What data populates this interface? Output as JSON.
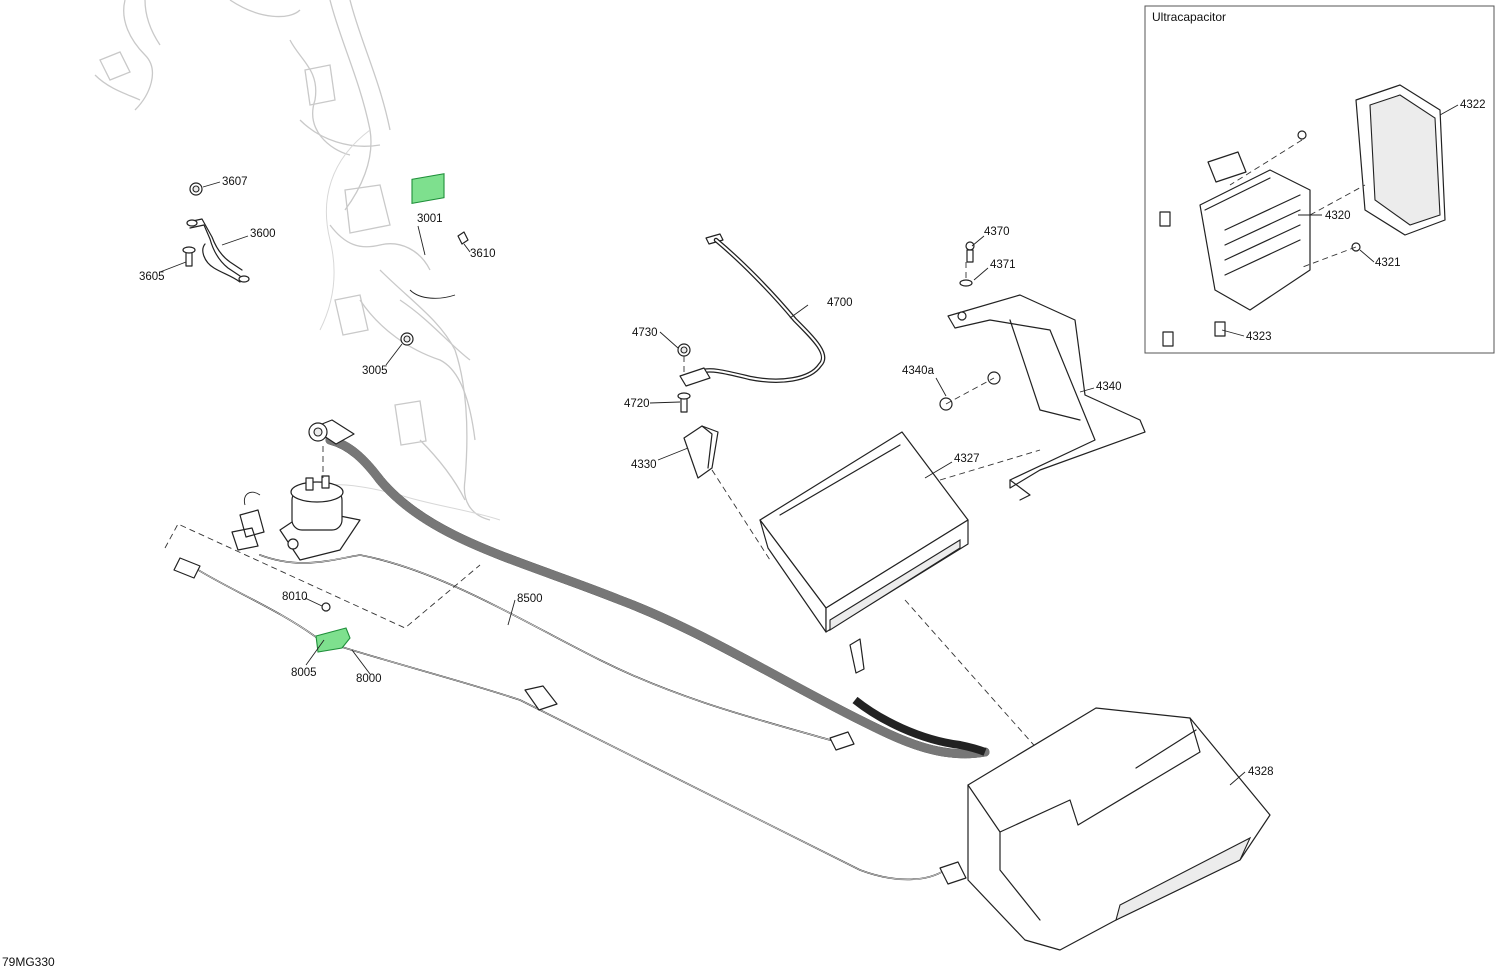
{
  "figure_id": "79MG330",
  "inset": {
    "title": "Ultracapacitor"
  },
  "callouts": [
    "3607",
    "3600",
    "3605",
    "3001",
    "3610",
    "3005",
    "4730",
    "4720",
    "4700",
    "4330",
    "4370",
    "4371",
    "4340a",
    "4340",
    "4327",
    "8010",
    "8005",
    "8000",
    "8500",
    "4328",
    "4322",
    "4320",
    "4321",
    "4323"
  ],
  "colors": {
    "highlight_fill": "#7ee08e",
    "highlight_stroke": "#1f8f3a",
    "line": "#222222",
    "ghost_line": "#c9c9c9"
  }
}
